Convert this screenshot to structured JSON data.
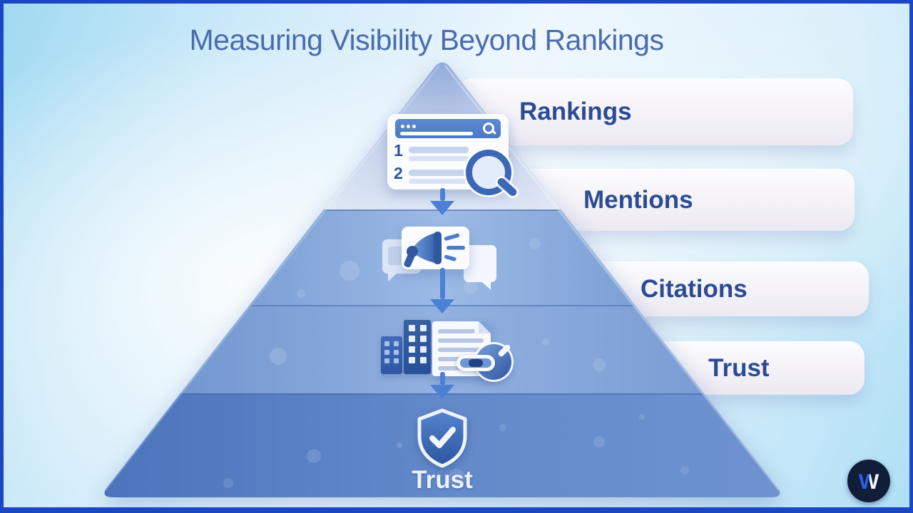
{
  "title": {
    "text": "Measuring Visibility Beyond Rankings"
  },
  "pyramid": {
    "base_label": "Trust",
    "levels": [
      {
        "label": "Rankings",
        "icon": "search-results-icon"
      },
      {
        "label": "Mentions",
        "icon": "megaphone-icon"
      },
      {
        "label": "Citations",
        "icon": "buildings-document-link-icon"
      },
      {
        "label": "Trust",
        "icon": "shield-check-icon"
      }
    ]
  },
  "rankings_card": {
    "rank_1": "1",
    "rank_2": "2"
  },
  "logo": {
    "letter": "W"
  },
  "colors": {
    "frame_border": "#1b46c6",
    "title_text": "#4a6cad",
    "label_text": "#2c4b92",
    "arrow": "#4b80d4",
    "band_top": "#9db4de",
    "band_mentions": "#8aabde",
    "band_citations": "#7fa3d9",
    "band_trust": "#5c83c6",
    "logo_blue": "#2b5ff1",
    "background_cyan": "#a5dcf3"
  }
}
